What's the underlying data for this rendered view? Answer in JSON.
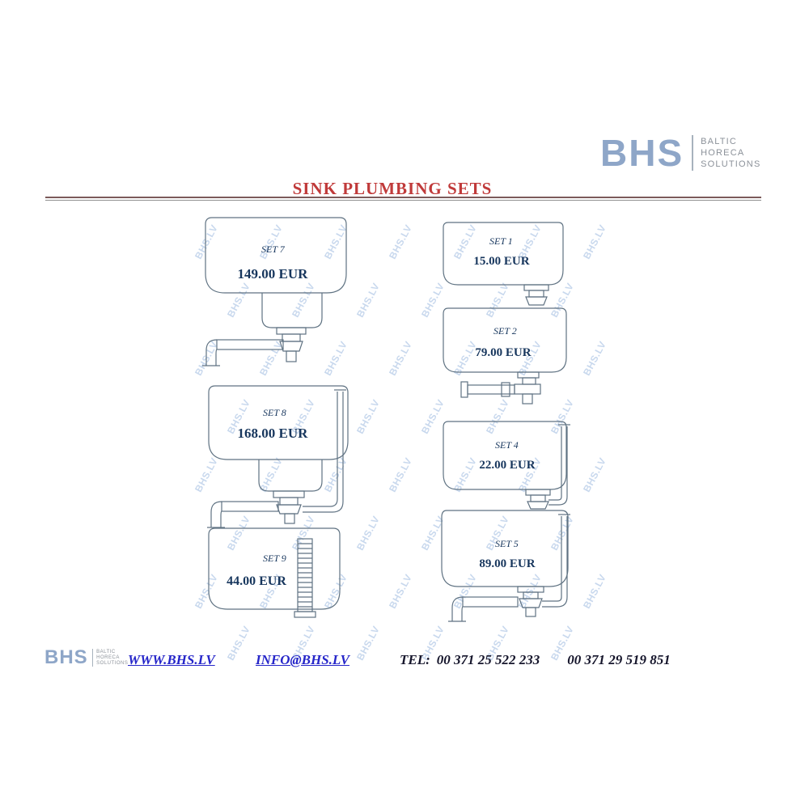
{
  "brand": {
    "logo": "BHS",
    "tagline": [
      "BALTIC",
      "HORECA",
      "SOLUTIONS"
    ]
  },
  "title": "SINK PLUMBING SETS",
  "watermark": "BHS.LV",
  "products": [
    {
      "label": "SET 7",
      "price": "149.00 EUR"
    },
    {
      "label": "SET 8",
      "price": "168.00 EUR"
    },
    {
      "label": "SET 9",
      "price": "44.00 EUR"
    },
    {
      "label": "SET 1",
      "price": "15.00 EUR"
    },
    {
      "label": "SET 2",
      "price": "79.00 EUR"
    },
    {
      "label": "SET 4",
      "price": "22.00 EUR"
    },
    {
      "label": "SET 5",
      "price": "89.00 EUR"
    }
  ],
  "footer": {
    "website": "WWW.BHS.LV",
    "email": "INFO@BHS.LV",
    "tel_label": "TEL:",
    "phone1": "00 371  25 522 233",
    "phone2": "00 371 29 519 851"
  },
  "colors": {
    "title_red": "#c03a3a",
    "price_navy": "#17365d",
    "logo_blue": "#8ea6c8",
    "link_blue": "#2626c9",
    "tel_dark": "#15152b",
    "watermark_blue": "#86a9d9",
    "diagram_stroke": "#5f7282"
  }
}
